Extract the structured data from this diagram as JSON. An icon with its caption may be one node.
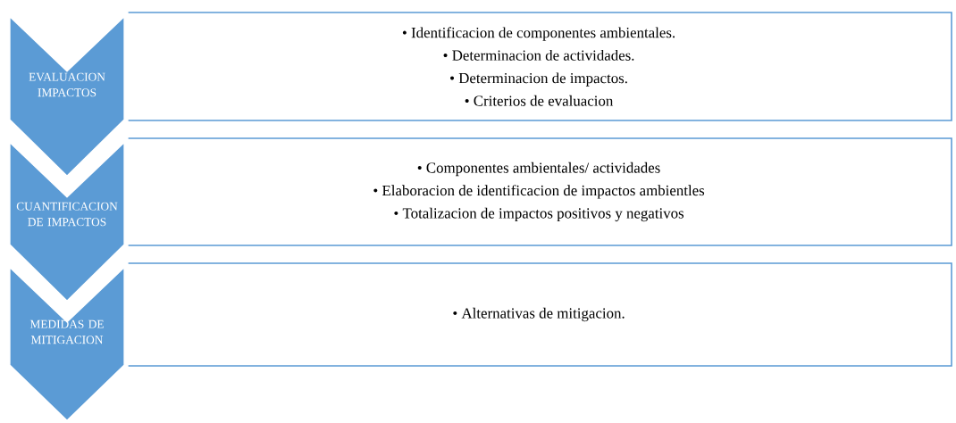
{
  "diagram": {
    "nodes": [
      {
        "text": [
          "EVALUACION IMPACTOS"
        ]
      },
      {
        "text": [
          "• Identificacion de componentes ambientales.",
          "• Determinacion de actividades.",
          "• Determinacion de impactos.",
          "• Criterios de evaluacion"
        ]
      },
      {
        "text": [
          "CUANTIFICACION DE IMPACTOS"
        ]
      },
      {
        "text": [
          "• Componentes ambientales/ actividades",
          "• Elaboracion de identificacion de impactos ambientles",
          "• Totalizacion de impactos positivos y negativos"
        ]
      },
      {
        "text": [
          "MEDIDAS DE MITIGACION"
        ]
      },
      {
        "text": [
          "• Alternativas de mitigacion."
        ]
      }
    ]
  }
}
